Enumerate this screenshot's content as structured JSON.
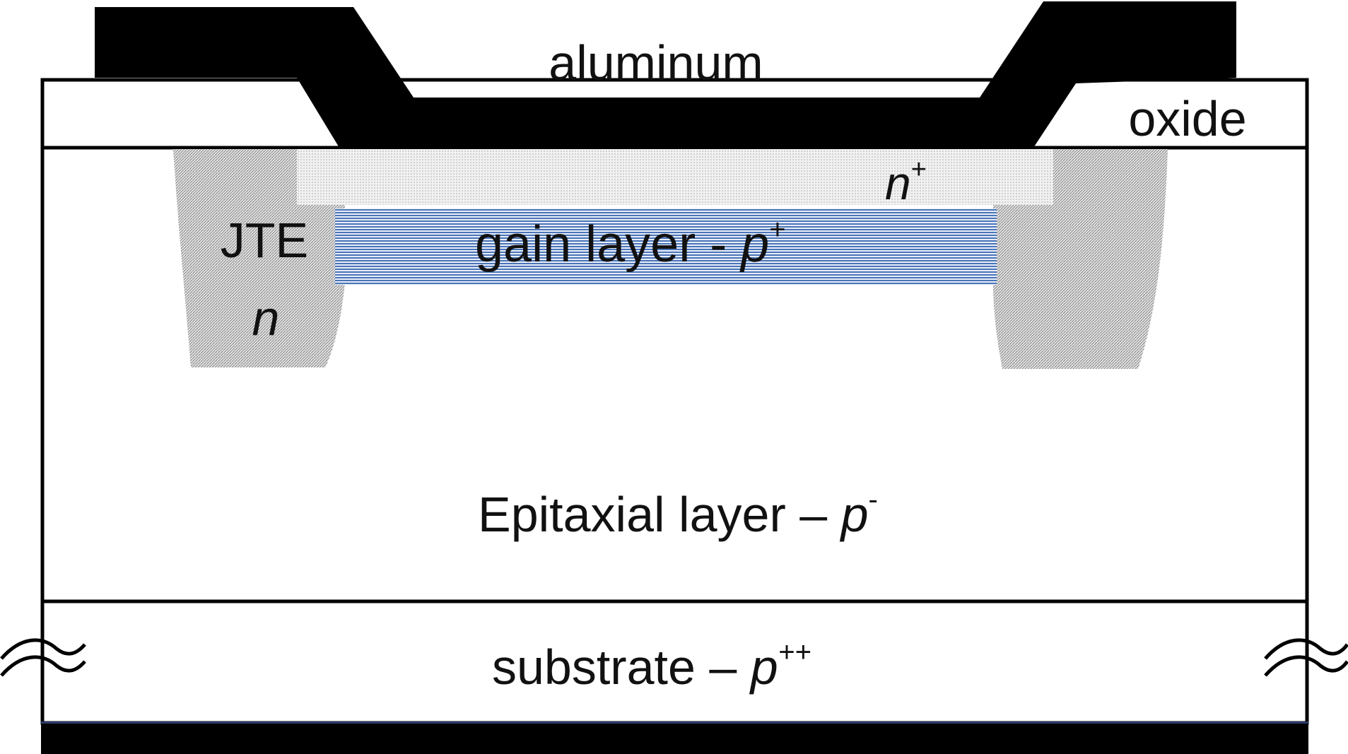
{
  "colors": {
    "aluminum": "#000000",
    "outline": "#000000",
    "doped_gray": "#bdbdbd",
    "gain_blue": "#4a74b8",
    "background": "#ffffff"
  },
  "labels": {
    "aluminum": "aluminum",
    "oxide": "oxide",
    "n_plus_base": "n",
    "n_plus_sup": "+",
    "jte": "JTE",
    "jte_n": "n",
    "gain_base": "gain layer - ",
    "gain_p": "p",
    "gain_sup": "+",
    "epi_base": "Epitaxial layer – ",
    "epi_p": "p",
    "epi_sup": "-",
    "sub_base": "substrate – ",
    "sub_p": "p",
    "sub_sup": "++"
  }
}
